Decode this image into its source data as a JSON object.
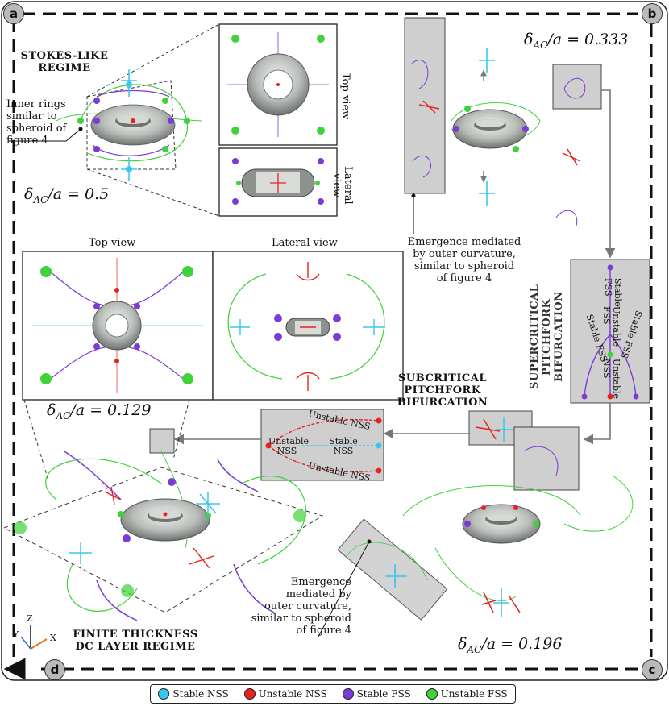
{
  "panels": {
    "a": "a",
    "b": "b",
    "c": "c",
    "d": "d"
  },
  "regimes": {
    "stokes_line1": "STOKES-LIKE",
    "stokes_line2": "REGIME",
    "finite_line1": "FINITE THICKNESS",
    "finite_line2": "DC LAYER REGIME",
    "supercritical_line1": "SUPERCRITICAL",
    "supercritical_line2": "PITCHFORK",
    "supercritical_line3": "BIFURCATION",
    "subcritical_line1": "SUBCRITICAL",
    "subcritical_line2": "PITCHFORK",
    "subcritical_line3": "BIFURCATION"
  },
  "deltas": {
    "a": "0.5",
    "b": "0.333",
    "c": "0.196",
    "d": "0.129",
    "prefix": "δ",
    "sub": "AC",
    "suffix": "/a = "
  },
  "annotations": {
    "inner_rings": [
      "Inner rings",
      "similar to",
      "spheroid of",
      "figure 4"
    ],
    "emergence_b": [
      "Emergence mediated",
      "by outer curvature,",
      "similar to spheroid",
      "of figure 4"
    ],
    "emergence_c": [
      "Emergence",
      "mediated by",
      "outer curvature,",
      "similar to spheroid",
      "of figure 4"
    ]
  },
  "views": {
    "top": "Top view",
    "lateral_line1": "Lateral",
    "lateral_line2": "view",
    "top_d": "Top view",
    "lateral_d": "Lateral view"
  },
  "supercritical_diagram": {
    "stable_fss_upper": "Stable",
    "fss_upper": "FSS",
    "unstable_fss": "Unstable",
    "fss_mid": "FSS",
    "stable_fss_left": "Stable FSS",
    "stable_fss_right": "Stable FSS",
    "unstable_mid": "Unstable",
    "nss": "NSS"
  },
  "subcritical_diagram": {
    "unstable_nss_top": "Unstable NSS",
    "unstable_left_line1": "Unstable",
    "unstable_left_line2": "NSS",
    "stable_line1": "Stable",
    "stable_line2": "NSS",
    "unstable_nss_bottom": "Unstable NSS"
  },
  "axes": {
    "z": "Z",
    "y": "Y",
    "x": "X"
  },
  "legend": [
    {
      "label": "Stable NSS",
      "color": "#38c6ee"
    },
    {
      "label": "Unstable NSS",
      "color": "#e8231f"
    },
    {
      "label": "Stable FSS",
      "color": "#7a3bd6"
    },
    {
      "label": "Unstable FSS",
      "color": "#3fd23a"
    }
  ],
  "colors": {
    "stable_nss": "#38c6ee",
    "unstable_nss": "#e8231f",
    "stable_fss": "#7a3bd6",
    "unstable_fss": "#3fd23a",
    "box_gray": "#cfcfcf",
    "torus": "#b9bdb9"
  }
}
